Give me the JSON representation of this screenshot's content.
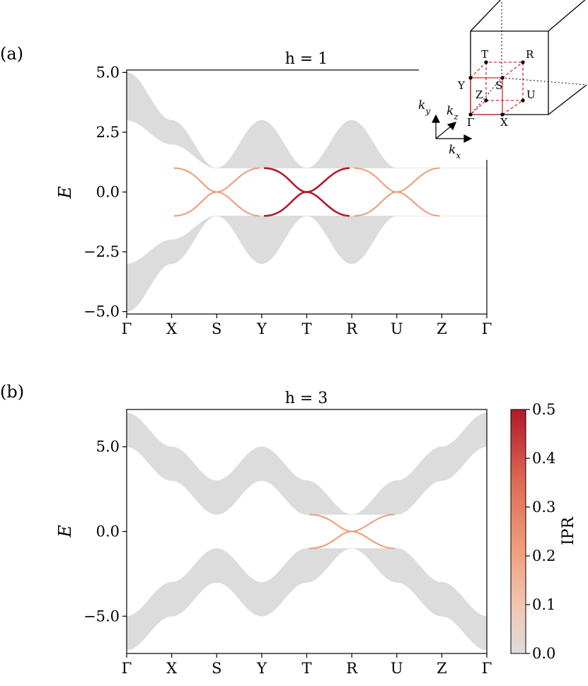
{
  "figure": {
    "panels": [
      {
        "label": "(a)",
        "title": "h = 1",
        "ylabel": "E"
      },
      {
        "label": "(b)",
        "title": "h = 3",
        "ylabel": "E"
      }
    ],
    "colorbar": {
      "label": "IPR",
      "range": [
        0.0,
        0.5
      ],
      "ticks": [
        "0.0",
        "0.1",
        "0.2",
        "0.3",
        "0.4",
        "0.5"
      ],
      "colors": [
        "#dcdcdc",
        "#f0b49a",
        "#ef8a62",
        "#d6604d",
        "#b2182b"
      ]
    },
    "inset": {
      "points": [
        "Γ",
        "X",
        "S",
        "Y",
        "Z",
        "U",
        "R",
        "T"
      ],
      "axes": [
        "k_x",
        "k_y",
        "k_z"
      ]
    }
  },
  "chart_data": [
    {
      "type": "area",
      "panel": "(a)",
      "title": "h = 1",
      "xlabel": "",
      "ylabel": "E",
      "categories": [
        "Γ",
        "X",
        "S",
        "Y",
        "T",
        "R",
        "U",
        "Z",
        "Γ"
      ],
      "yticks": [
        "5.0",
        "2.5",
        "0.0",
        "−2.5",
        "−5.0"
      ],
      "ylim": [
        -5.1,
        5.1
      ],
      "bulk_band_edges": {
        "upper_band_top": [
          5.0,
          3.0,
          1.0,
          3.0,
          1.0,
          3.0,
          1.0,
          1.0,
          1.0
        ],
        "upper_band_bottom": [
          3.0,
          2.0,
          1.0,
          1.0,
          1.0,
          1.0,
          1.0,
          1.0,
          1.0
        ],
        "lower_band_top": [
          -3.0,
          -2.0,
          -1.0,
          -1.0,
          -1.0,
          -1.0,
          -1.0,
          -1.0,
          -1.0
        ],
        "lower_band_bottom": [
          -5.0,
          -3.0,
          -1.0,
          -3.0,
          -1.0,
          -3.0,
          -1.0,
          -1.0,
          -1.0
        ]
      },
      "surface_state_crossings": [
        {
          "k": "S",
          "E": 0.0,
          "IPR": 0.25
        },
        {
          "k": "T",
          "E": 0.0,
          "IPR": 0.5
        },
        {
          "k": "U",
          "E": 0.0,
          "IPR": 0.25
        }
      ],
      "colorscale": "IPR"
    },
    {
      "type": "area",
      "panel": "(b)",
      "title": "h = 3",
      "xlabel": "",
      "ylabel": "E",
      "categories": [
        "Γ",
        "X",
        "S",
        "Y",
        "T",
        "R",
        "U",
        "Z",
        "Γ"
      ],
      "yticks": [
        "5.0",
        "0.0",
        "−5.0"
      ],
      "ylim": [
        -7.2,
        7.2
      ],
      "bulk_band_edges": {
        "upper_band_top": [
          7.0,
          5.0,
          3.0,
          5.0,
          3.0,
          1.0,
          3.0,
          5.0,
          7.0
        ],
        "upper_band_bottom": [
          5.0,
          3.0,
          1.0,
          3.0,
          1.0,
          1.0,
          1.0,
          3.0,
          5.0
        ],
        "lower_band_top": [
          -5.0,
          -3.0,
          -1.0,
          -3.0,
          -1.0,
          -1.0,
          -1.0,
          -3.0,
          -5.0
        ],
        "lower_band_bottom": [
          -7.0,
          -5.0,
          -3.0,
          -5.0,
          -3.0,
          -1.0,
          -3.0,
          -5.0,
          -7.0
        ]
      },
      "surface_state_crossings": [
        {
          "k": "R",
          "E": 0.0,
          "IPR": 0.25
        }
      ],
      "colorscale": "IPR"
    }
  ]
}
